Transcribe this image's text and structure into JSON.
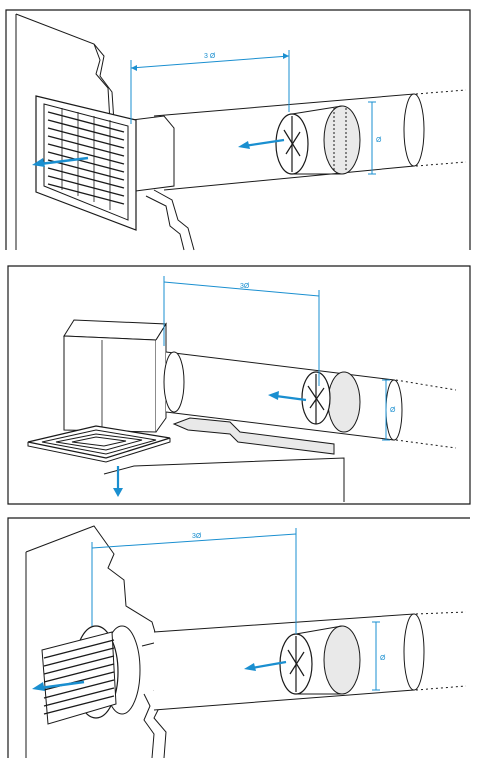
{
  "colors": {
    "line": "#1a1a1a",
    "dimension": "#1a8fd0",
    "arrow": "#1a8fd0",
    "duct_shade": "#e9e9e9",
    "face": "#ffffff"
  },
  "panels": [
    {
      "name": "wall-grille-install",
      "dimension_length_label": "3 Ø",
      "dimension_diameter_label": "Ø"
    },
    {
      "name": "ceiling-diffuser-install",
      "dimension_length_label": "3Ø",
      "dimension_diameter_label": "Ø"
    },
    {
      "name": "round-grille-install",
      "dimension_length_label": "3Ø",
      "dimension_diameter_label": "Ø"
    }
  ]
}
